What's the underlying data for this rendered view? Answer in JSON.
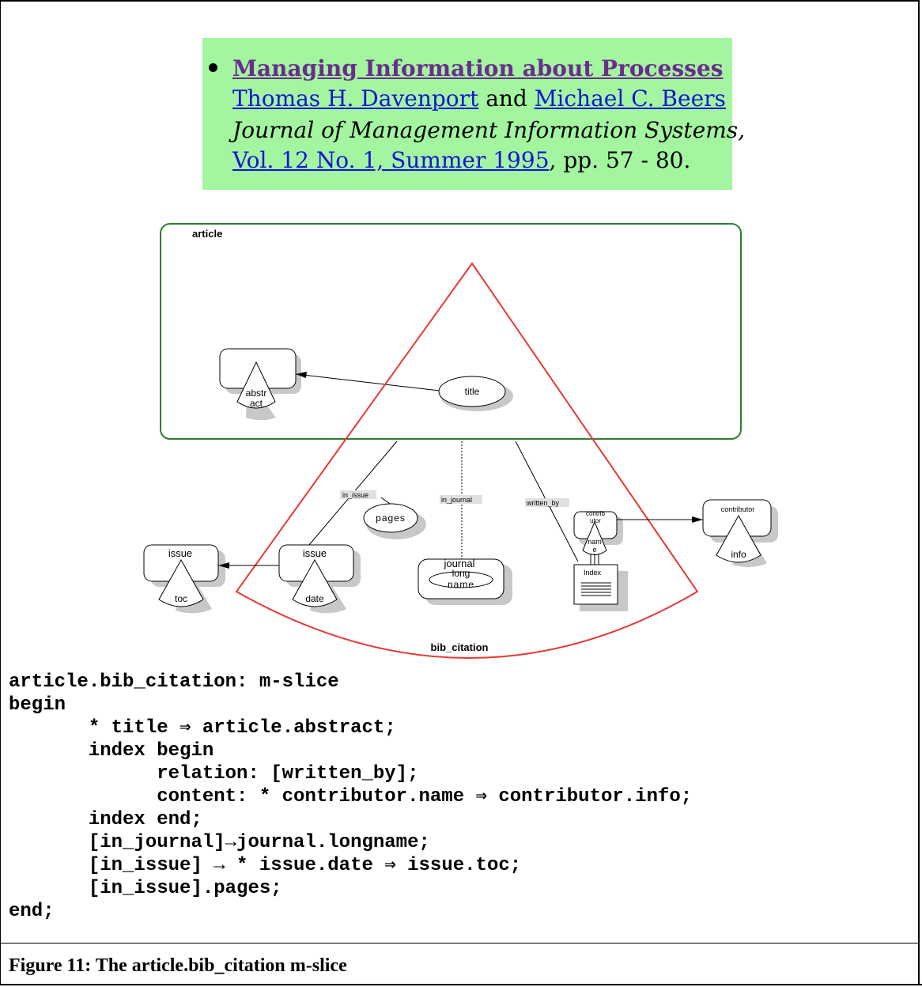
{
  "citation": {
    "title": "Managing Information about Processes",
    "author1": "Thomas H. Davenport",
    "and_word": "and",
    "author2": "Michael C. Beers",
    "journal": "Journal of Management Information Systems,",
    "volume": "Vol. 12 No. 1, Summer 1995",
    "pages": ", pp. 57 - 80.",
    "background_color": "#a3f59f"
  },
  "diagram": {
    "article_label": "article",
    "bib_citation_label": "bib_citation",
    "abstract_label_1": "abstr",
    "abstract_label_2": "act",
    "title_label": "title",
    "in_issue_label": "in_issue",
    "in_journal_label": "in_journal",
    "written_by_label": "written_by",
    "pages_label": "pages",
    "issue_left_label": "issue",
    "toc_label": "toc",
    "issue_mid_label": "issue",
    "date_label": "date",
    "journal_label": "journal",
    "long_label": "long",
    "name_label": "name",
    "contrib_label_1": "contrib",
    "contrib_label_2": "utor",
    "nam_label_1": "nam",
    "nam_label_2": "e",
    "index_label": "Index",
    "contributor_label": "contributor",
    "info_label": "info",
    "colors": {
      "article_box": "#2e7d32",
      "slice": "#e53935",
      "shadow": "#c8c8c8"
    }
  },
  "code": {
    "lines": [
      "article.bib_citation: m-slice",
      "begin",
      "       * title ⇒ article.abstract;",
      "       index begin",
      "             relation: [written_by];",
      "             content: * contributor.name ⇒ contributor.info;",
      "       index end;",
      "       [in_journal]→journal.longname;",
      "       [in_issue] → * issue.date ⇒ issue.toc;",
      "       [in_issue].pages;",
      "end;"
    ]
  },
  "caption": "Figure 11: The article.bib_citation m-slice"
}
